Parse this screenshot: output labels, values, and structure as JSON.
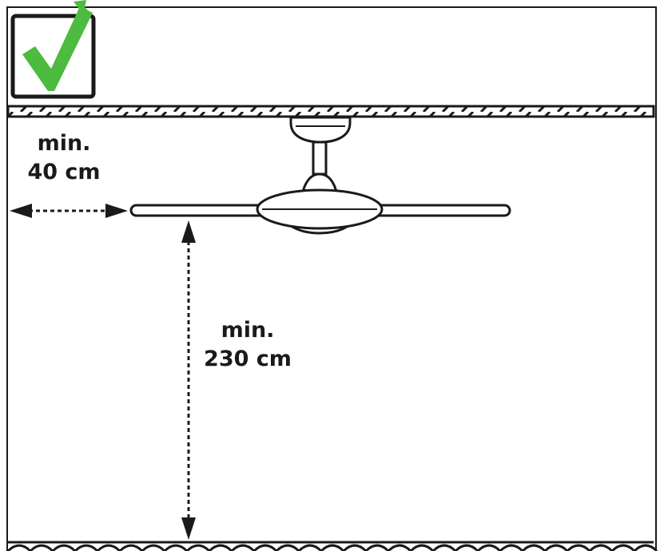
{
  "side_clearance": {
    "line1": "min.",
    "line2": "40 cm"
  },
  "floor_clearance": {
    "line1": "min.",
    "line2": "230 cm"
  },
  "icons": {
    "approval": "check-mark-icon"
  },
  "colors": {
    "check_green": "#4cbb3f",
    "line": "#1a1a1a",
    "background": "#ffffff"
  }
}
